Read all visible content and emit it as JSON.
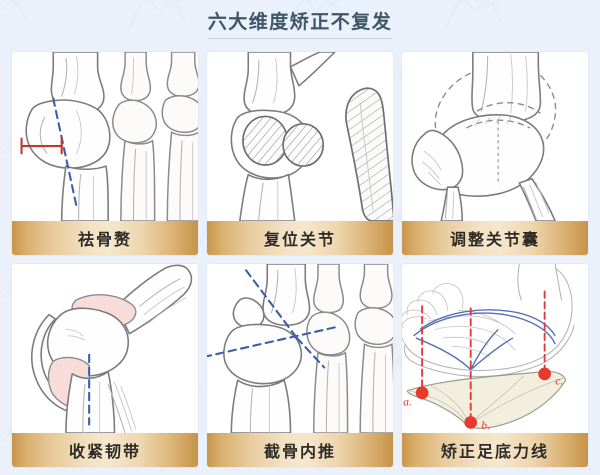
{
  "page": {
    "title": "六大维度矫正不复发",
    "background_color": "#eaf1fb",
    "title_color": "#3e5666",
    "label_bar_gradient_center": "#f5e7cd",
    "label_bar_gradient_edge": "#c69348"
  },
  "watermark": {
    "present": true,
    "logo_name": "wave-logo-watermark"
  },
  "cards": [
    {
      "index": 1,
      "label": "祛骨赘",
      "figure_name": "bunion-exostosis-removal-illustration",
      "annotations": {
        "blue_dashed_axis": true,
        "red_measure_marker": true
      }
    },
    {
      "index": 2,
      "label": "复位关节",
      "figure_name": "sesamoid-joint-reduction-illustration",
      "annotations": {
        "hatched_sesamoid_circles": 2
      }
    },
    {
      "index": 3,
      "label": "调整关节囊",
      "figure_name": "joint-capsule-adjustment-illustration",
      "annotations": {
        "dashed_capsule_outline": true
      }
    },
    {
      "index": 4,
      "label": "收紧韧带",
      "figure_name": "ligament-tightening-illustration",
      "annotations": {
        "pink_ligament_shading": true,
        "blue_dashed_axis": true
      }
    },
    {
      "index": 5,
      "label": "截骨内推",
      "figure_name": "osteotomy-medial-translation-illustration",
      "annotations": {
        "blue_dashed_angle_lines": 3
      }
    },
    {
      "index": 6,
      "label": "矫正足底力线",
      "figure_name": "plantar-force-line-correction-illustration",
      "annotations": {
        "red_points": [
          "a.",
          "b.",
          "c."
        ],
        "red_dashed_verticals": 3,
        "blue_arch_curves": true,
        "arch_fill_color": "#f2f0dc"
      }
    }
  ]
}
